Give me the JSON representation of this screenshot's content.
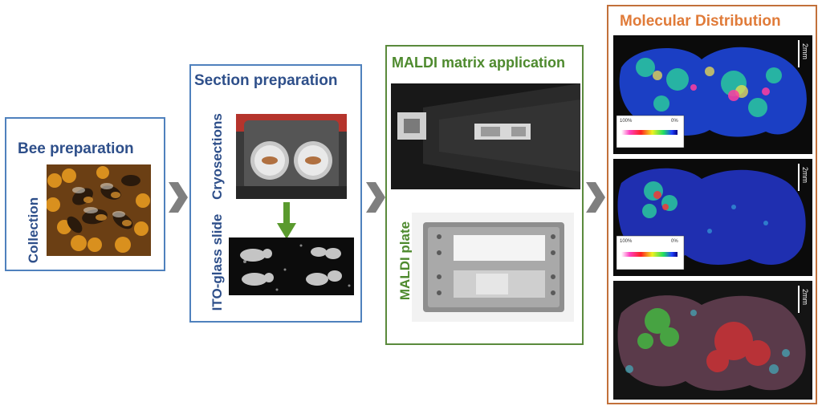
{
  "colors": {
    "blue": "#2e4f8a",
    "blue_border": "#4f81bd",
    "green": "#4e8a2e",
    "green_border": "#5a8a3c",
    "orange": "#e07b39",
    "orange_border": "#c2703a",
    "chevron": "#7f7f7f"
  },
  "panels": {
    "bee": {
      "title": "Bee preparation",
      "label": "Collection"
    },
    "section": {
      "title": "Section preparation",
      "label_top": "Cryosections",
      "label_bottom": "ITO-glass slide"
    },
    "maldi": {
      "title": "MALDI matrix application",
      "label": "MALDI plate"
    },
    "molecular": {
      "title": "Molecular Distribution",
      "scale_bar": "2mm",
      "colorbar_max": "100%",
      "colorbar_min": "0%"
    }
  }
}
